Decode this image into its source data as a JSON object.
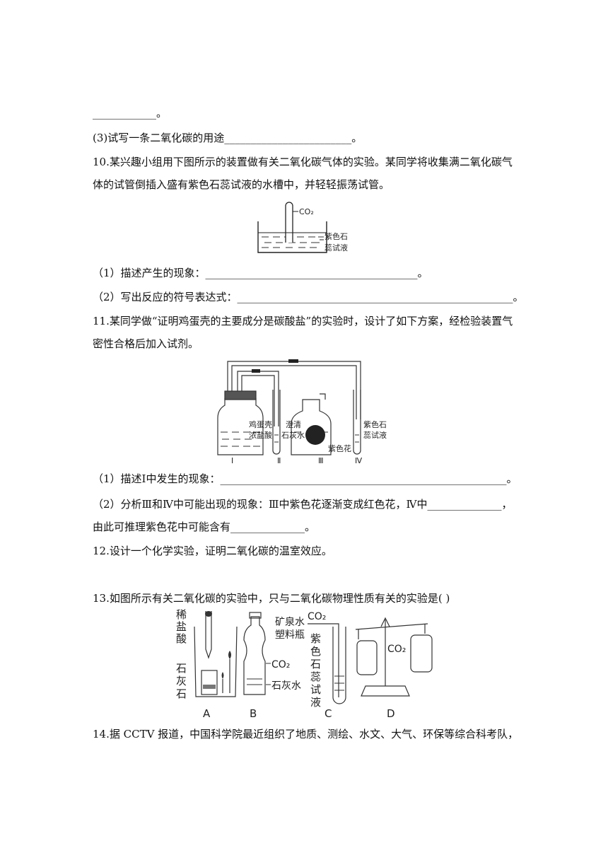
{
  "lines": {
    "l1": "____________。",
    "l2": "(3)试写一条二氧化碳的用途________________________。",
    "q10a": "10.某兴趣小组用下图所示的装置做有关二氧化碳气体的实验。某同学将收集满二氧化碳气",
    "q10b": "体的试管倒插入盛有紫色石蕊试液的水槽中，并轻轻振荡试管。",
    "q10_1": "（1）描述产生的现象：________________________________________。",
    "q10_2": "（2）写出反应的符号表达式：____________________________________________________。",
    "q11a": "11.某同学做“证明鸡蛋壳的主要成分是碳酸盐”的实验时，设计了如下方案，经检验装置气",
    "q11b": "密性合格后加入试剂。",
    "q11_1": "（1）描述Ⅰ中发生的现象：______________________________________________________。",
    "q11_2": "（2）分析Ⅲ和Ⅳ中可能出现的现象：Ⅲ中紫色花逐渐变成红色花，Ⅳ中______________，",
    "q11_3": "由此可推理紫色花中可能含有______________。",
    "q12": "12.设计一个化学实验，证明二氧化碳的温室效应。",
    "q13": "13.如图所示有关二氧化碳的实验中，只与二氧化碳物理性质有关的实验是(        )",
    "q14": "14.据 CCTV 报道，中国科学院最近组织了地质、测绘、水文、大气、环保等综合科考队，"
  },
  "fig1": {
    "co2": "CO₂",
    "liquid1": "紫色石",
    "liquid2": "蕊试液"
  },
  "fig2": {
    "egg1": "鸡蛋壳",
    "egg2": "浓盐酸",
    "lime1": "澄清",
    "lime2": "石灰水",
    "flower": "紫色花",
    "litmus1": "紫色石",
    "litmus2": "蕊试液",
    "n1": "Ⅰ",
    "n2": "Ⅱ",
    "n3": "Ⅲ",
    "n4": "Ⅳ"
  },
  "fig3": {
    "a1": "稀",
    "a2": "盐",
    "a3": "酸",
    "a4": "石",
    "a5": "灰",
    "a6": "石",
    "b1": "矿泉水",
    "b2": "塑料瓶",
    "b_co2": "CO₂",
    "b_lime": "石灰水",
    "c_co2": "CO₂",
    "c1": "紫",
    "c2": "色",
    "c3": "石",
    "c4": "蕊",
    "c5": "试",
    "c6": "液",
    "d_co2": "CO₂",
    "la": "A",
    "lb": "B",
    "lc": "C",
    "ld": "D"
  }
}
